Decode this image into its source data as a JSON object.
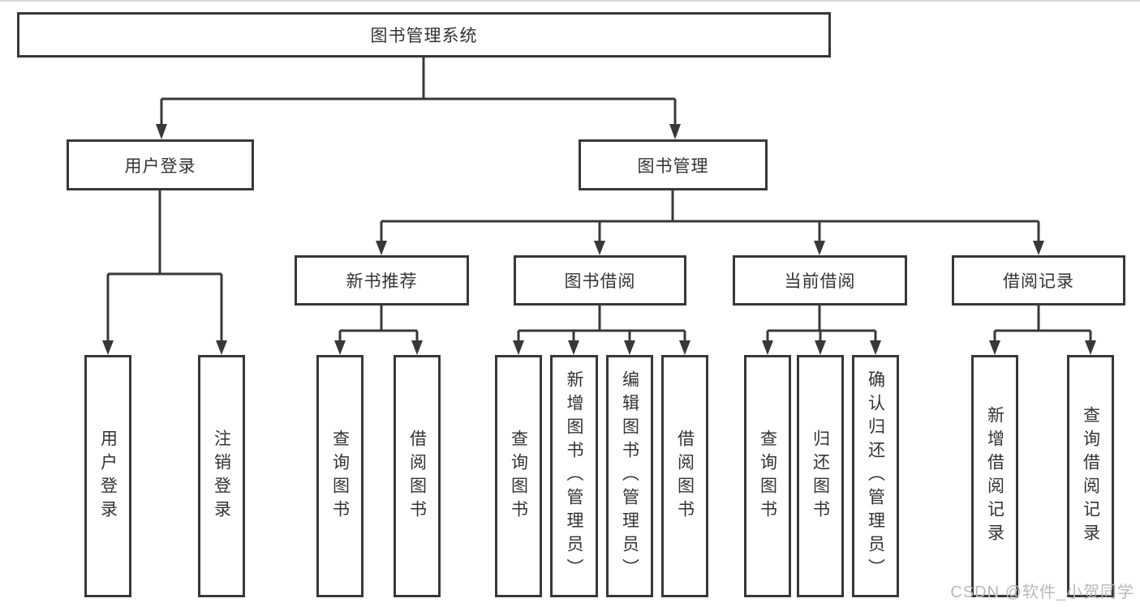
{
  "watermark": "CSDN @软件_小贺同学",
  "colors": {
    "line": "#383838",
    "box_border": "#383838",
    "text": "#333333",
    "watermark": "#b9b9b9"
  },
  "tree": {
    "label": "图书管理系统",
    "children": [
      {
        "label": "用户登录",
        "children": [
          {
            "label": "用户登录"
          },
          {
            "label": "注销登录"
          }
        ]
      },
      {
        "label": "图书管理",
        "children": [
          {
            "label": "新书推荐",
            "children": [
              {
                "label": "查询图书"
              },
              {
                "label": "借阅图书"
              }
            ]
          },
          {
            "label": "图书借阅",
            "children": [
              {
                "label": "查询图书"
              },
              {
                "label": "新增图书（管理员）"
              },
              {
                "label": "编辑图书（管理员）"
              },
              {
                "label": "借阅图书"
              }
            ]
          },
          {
            "label": "当前借阅",
            "children": [
              {
                "label": "查询图书"
              },
              {
                "label": "归还图书"
              },
              {
                "label": "确认归还（管理员）"
              }
            ]
          },
          {
            "label": "借阅记录",
            "children": [
              {
                "label": "新增借阅记录"
              },
              {
                "label": "查询借阅记录"
              }
            ]
          }
        ]
      }
    ]
  }
}
